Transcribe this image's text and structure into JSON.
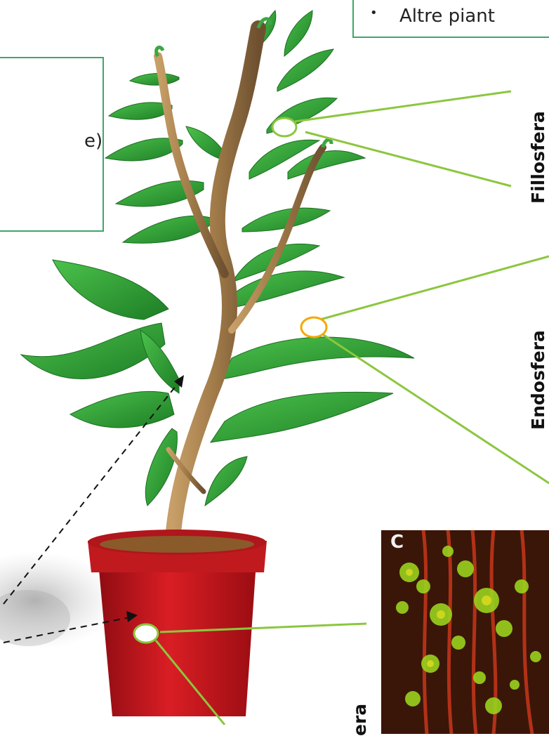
{
  "box_left": {
    "text": "e)"
  },
  "box_top": {
    "bullet": "•",
    "text": "Altre piant"
  },
  "labels": {
    "fillosfera": "Fillosfera",
    "endosfera": "Endosfera",
    "rizosfera": "era"
  },
  "micrograph": {
    "panel_letter": "C"
  },
  "colors": {
    "leaf": "#35a838",
    "leaf_dark": "#1f7a24",
    "stem": "#a07a48",
    "pot": "#c8151b",
    "connector": "#8cc63f",
    "endosfera_marker": "#f5a800",
    "box_border": "#3fa66b"
  }
}
